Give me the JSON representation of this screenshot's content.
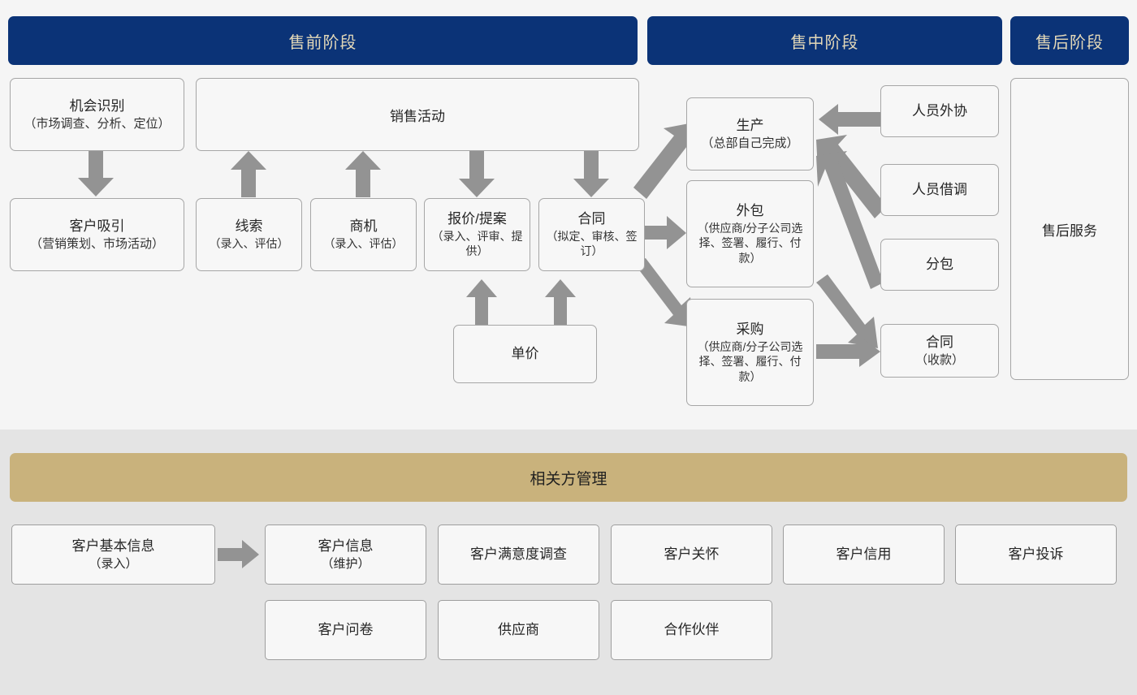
{
  "stages": [
    {
      "id": "pre",
      "label": "售前阶段"
    },
    {
      "id": "mid",
      "label": "售中阶段"
    },
    {
      "id": "post",
      "label": "售后阶段"
    }
  ],
  "presales": {
    "opportunity": {
      "title": "机会识别",
      "sub": "（市场调查、分析、定位）"
    },
    "attract": {
      "title": "客户吸引",
      "sub": "（营销策划、市场活动）"
    },
    "activity_group": {
      "title": "销售活动"
    },
    "lead": {
      "title": "线索",
      "sub": "（录入、评估）"
    },
    "chance": {
      "title": "商机",
      "sub": "（录入、评估）"
    },
    "quote": {
      "title": "报价/提案",
      "sub": "（录入、评审、提供）"
    },
    "contract": {
      "title": "合同",
      "sub": "（拟定、审核、签订）"
    },
    "unit_price": {
      "title": "单价"
    }
  },
  "midsales": {
    "production": {
      "title": "生产",
      "sub": "（总部自己完成）"
    },
    "outsourcing": {
      "title": "外包",
      "sub": "（供应商/分子公司选择、签署、履行、付款）"
    },
    "purchase": {
      "title": "采购",
      "sub": "（供应商/分子公司选择、签署、履行、付款）"
    },
    "staff_outsource": {
      "title": "人员外协"
    },
    "staff_second": {
      "title": "人员借调"
    },
    "subcontract": {
      "title": "分包"
    },
    "contract_recv": {
      "title": "合同",
      "sub": "（收款）"
    }
  },
  "aftersales": {
    "service": {
      "title": "售后服务"
    }
  },
  "stakeholder": {
    "bar_label": "相关方管理",
    "row1": [
      {
        "title": "客户基本信息",
        "sub": "（录入）"
      },
      {
        "title": "客户信息",
        "sub": "（维护）"
      },
      {
        "title": "客户满意度调查",
        "sub": ""
      },
      {
        "title": "客户关怀",
        "sub": ""
      },
      {
        "title": "客户信用",
        "sub": ""
      },
      {
        "title": "客户投诉",
        "sub": ""
      }
    ],
    "row2": [
      {
        "title": "客户问卷",
        "sub": ""
      },
      {
        "title": "供应商",
        "sub": ""
      },
      {
        "title": "合作伙伴",
        "sub": ""
      }
    ]
  },
  "colors": {
    "stage_bar": "#0b3377",
    "stage_text": "#e3d8b8",
    "gold_bar": "#c9b27c",
    "arrow": "#939393",
    "box_border": "#a6a6a6",
    "panel_top_bg": "#f5f5f5",
    "panel_bottom_bg": "#e4e4e4"
  }
}
